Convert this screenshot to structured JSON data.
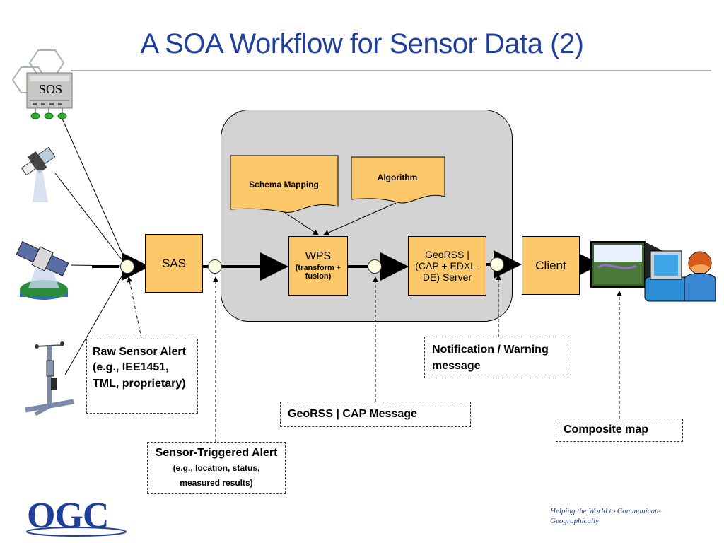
{
  "title": "A SOA Workflow for Sensor Data (2)",
  "sos_label": "SOS",
  "boxes": {
    "sas": "SAS",
    "wps_main": "WPS",
    "wps_sub": "(transform + fusion)",
    "server": "GeoRSS | (CAP + EDXL-DE) Server",
    "client": "Client"
  },
  "docs": {
    "schema": "Schema Mapping",
    "algorithm": "Algorithm"
  },
  "notes": {
    "raw": "Raw Sensor Alert (e.g., IEE1451, TML, proprietary)",
    "triggered_main": "Sensor-Triggered Alert",
    "triggered_sub": "(e.g., location, status, measured results)",
    "georss": "GeoRSS | CAP Message",
    "notification": "Notification / Warning message",
    "composite": "Composite map"
  },
  "footer": "Helping the World to Communicate Geographically",
  "logo": "OGC",
  "colors": {
    "title": "#1f3f9b",
    "box": "#fcc86a",
    "panel": "#d3d3d3"
  }
}
